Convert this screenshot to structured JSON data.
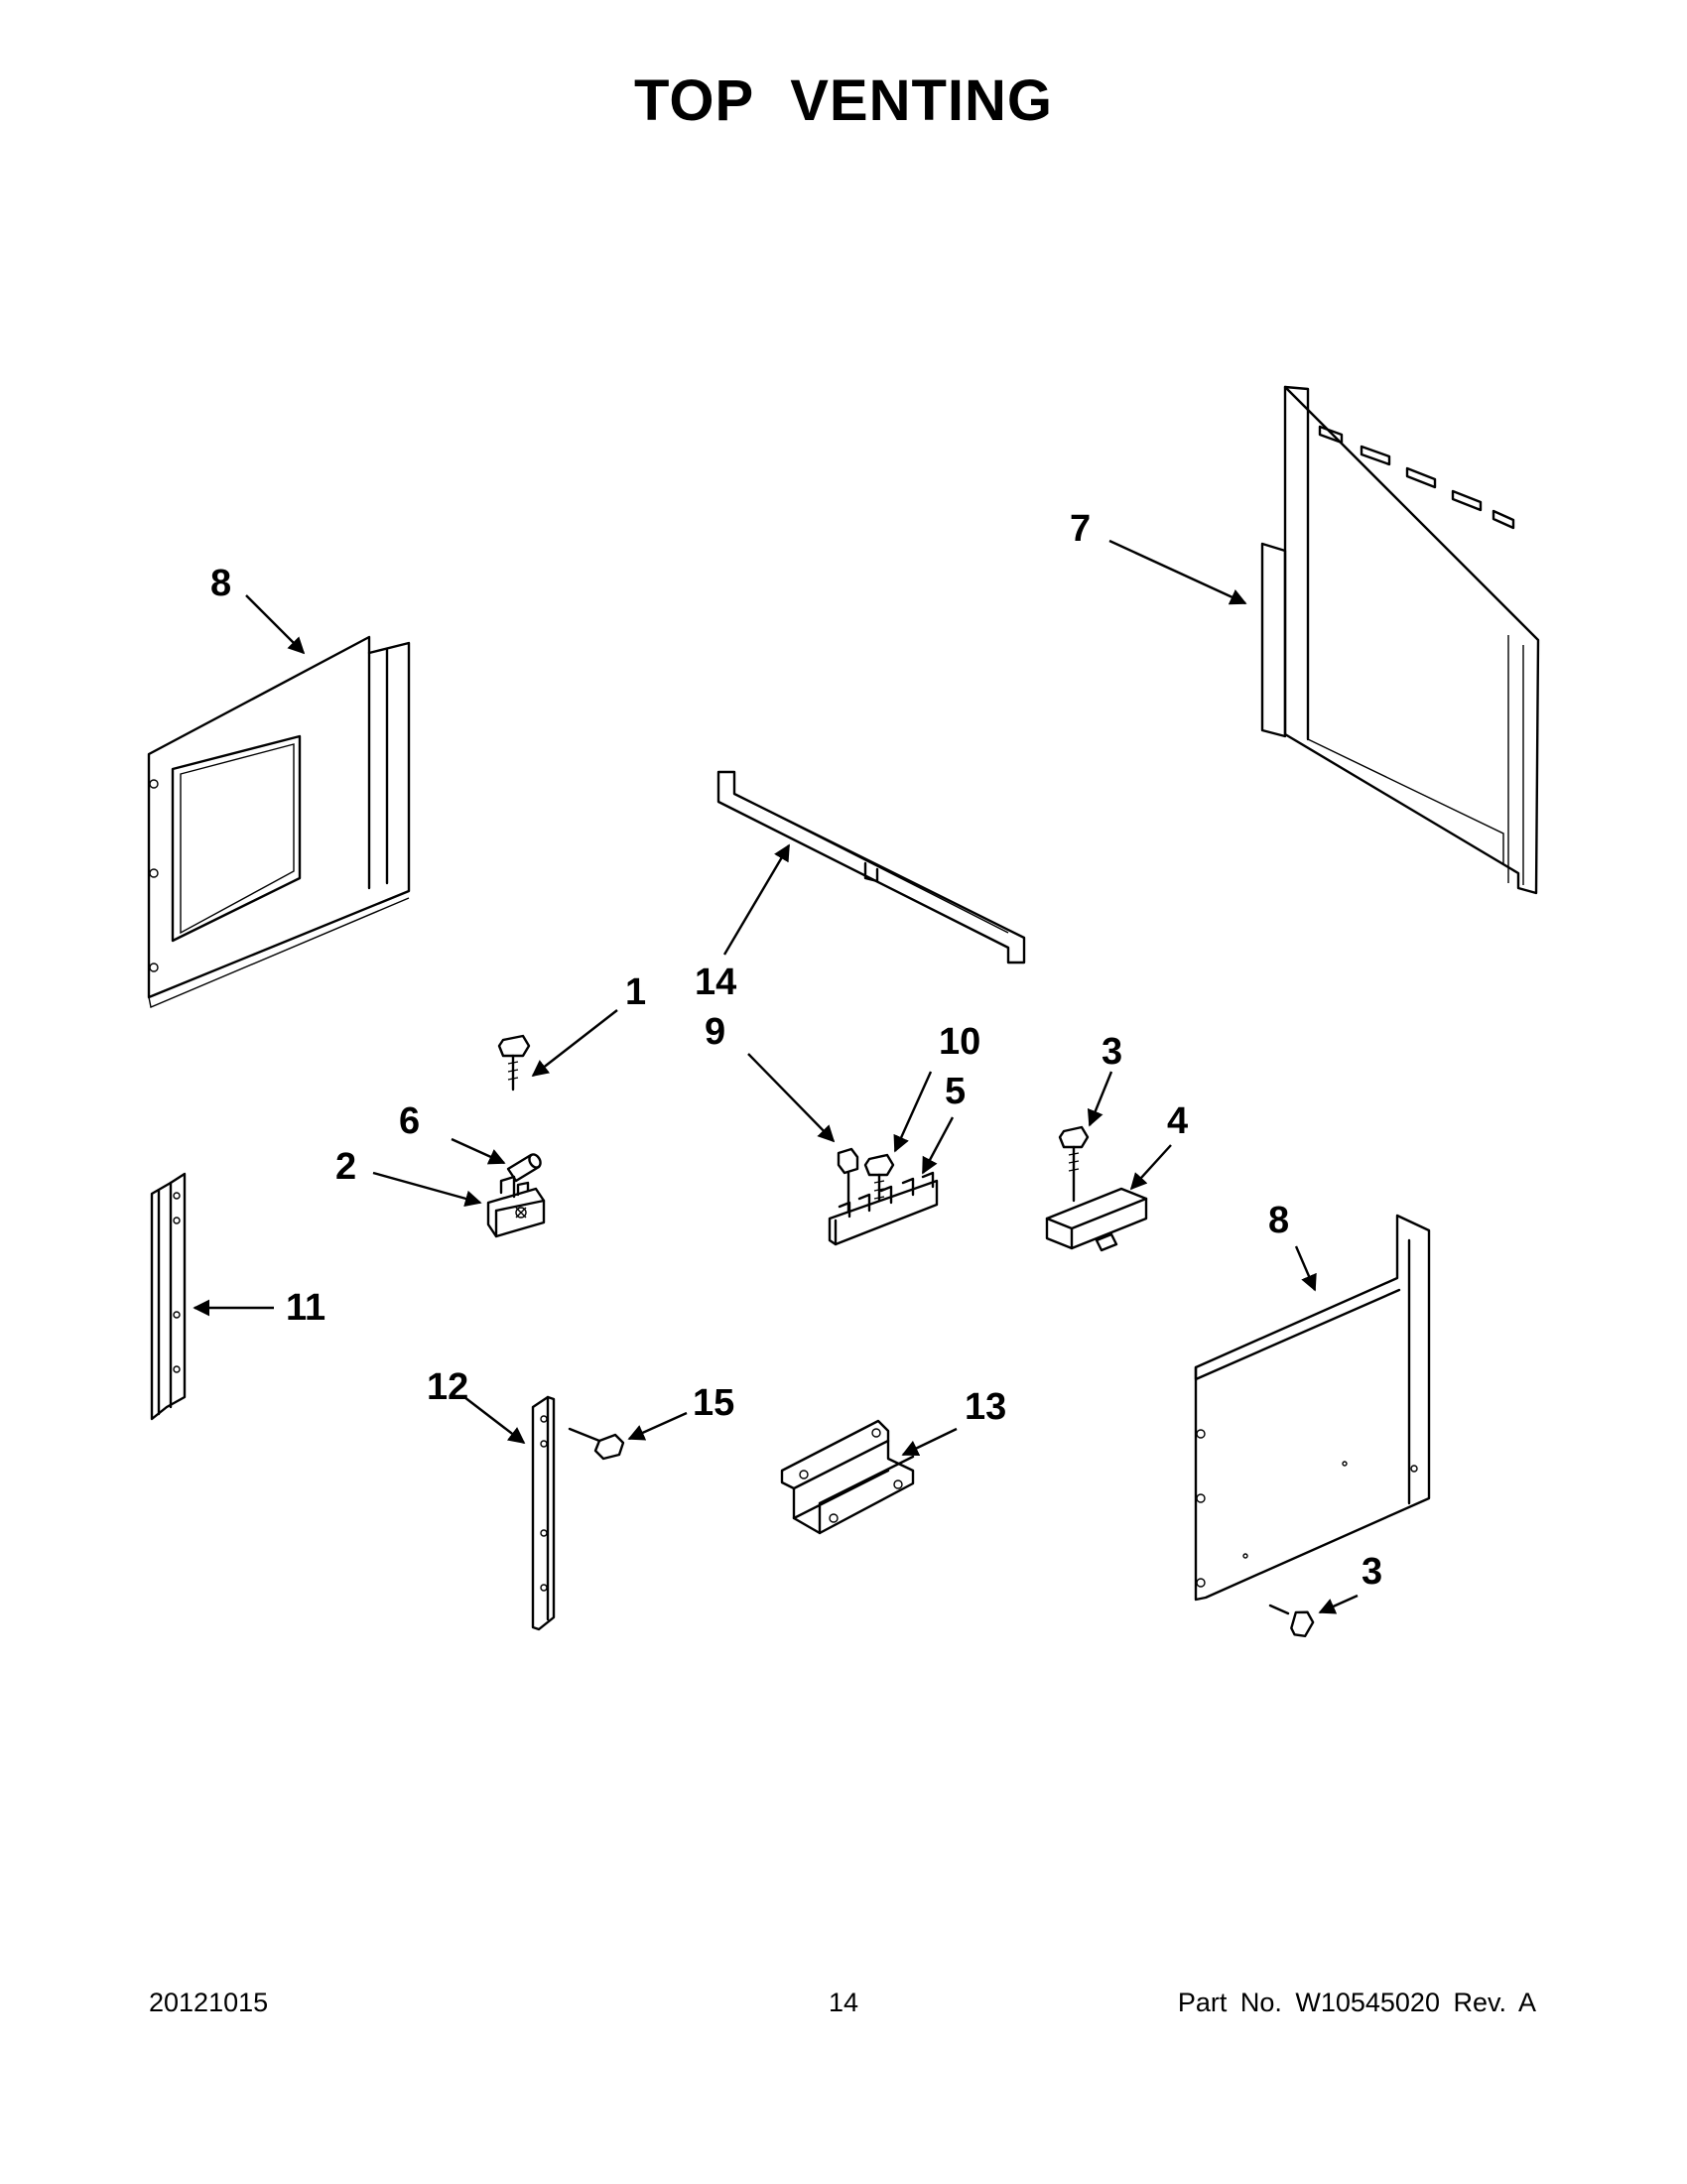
{
  "page": {
    "title": "TOP  VENTING",
    "footer": {
      "date": "20121015",
      "page_number": "14",
      "part_no": "Part No.  W10545020  Rev.  A"
    }
  },
  "callouts": {
    "c1": "1",
    "c2": "2",
    "c3a": "3",
    "c3b": "3",
    "c4": "4",
    "c5": "5",
    "c6": "6",
    "c7": "7",
    "c8a": "8",
    "c8b": "8",
    "c9": "9",
    "c10": "10",
    "c11": "11",
    "c12": "12",
    "c13": "13",
    "c14": "14",
    "c15": "15"
  }
}
